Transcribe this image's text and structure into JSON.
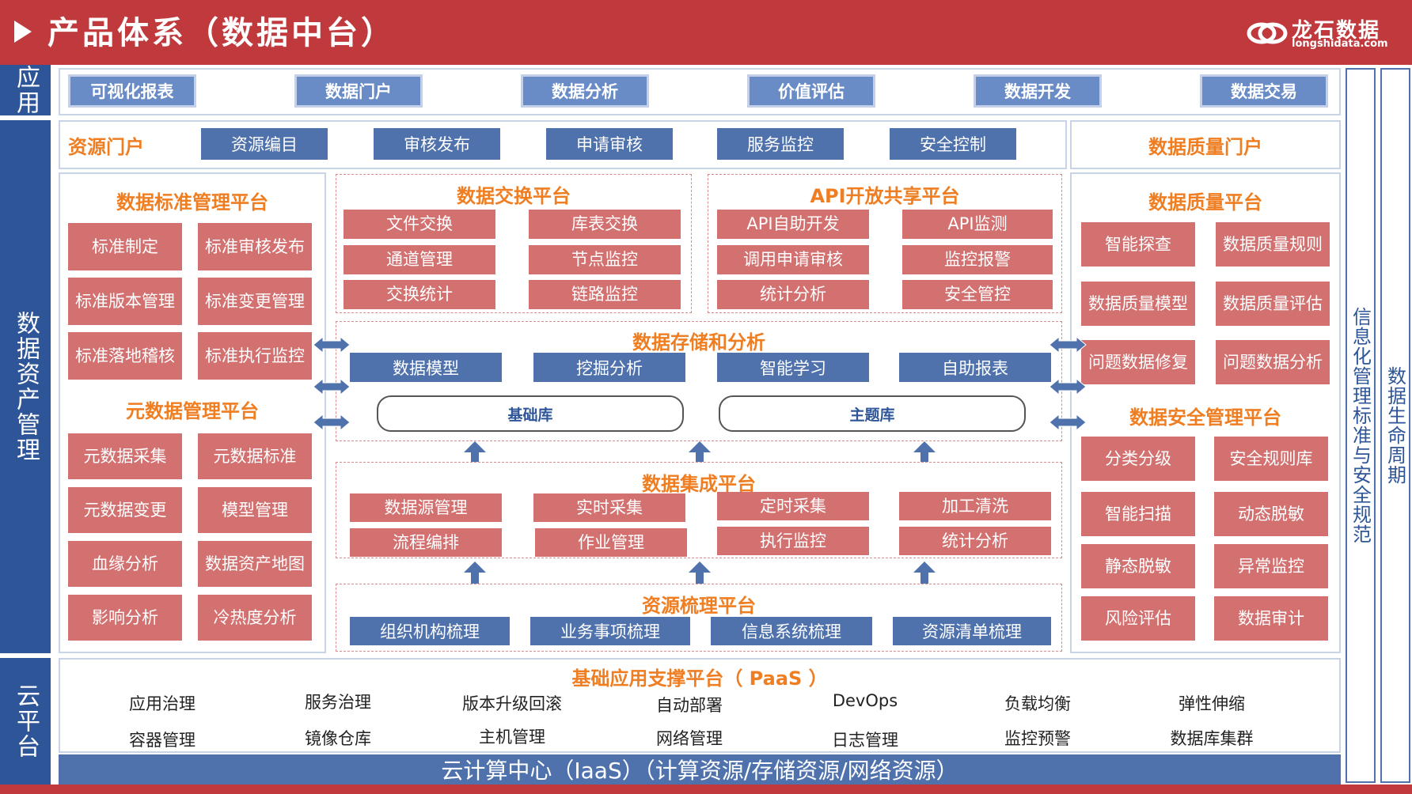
{
  "header": {
    "title": "产品体系（数据中台）",
    "logo_name": "龙石数据",
    "logo_url": "longshidata.com",
    "colors": {
      "red": "#c0393d",
      "blue": "#2e5597",
      "orange": "#ef7e22",
      "salmon": "#d37070"
    }
  },
  "side_labels": {
    "app": "应用",
    "asset": "数据资产管理",
    "cloud": "云平台",
    "right1": "信息化管理标准与安全规范",
    "right2": "数据生命周期"
  },
  "app_row": [
    "可视化报表",
    "数据门户",
    "数据分析",
    "价值评估",
    "数据开发",
    "数据交易"
  ],
  "resource_portal": {
    "title": "资源门户",
    "items": [
      "资源编目",
      "审核发布",
      "申请审核",
      "服务监控",
      "安全控制"
    ]
  },
  "quality_portal": {
    "title": "数据质量门户"
  },
  "std_platform": {
    "title": "数据标准管理平台",
    "items": [
      "标准制定",
      "标准审核发布",
      "标准版本管理",
      "标准变更管理",
      "标准落地稽核",
      "标准执行监控"
    ]
  },
  "meta_platform": {
    "title": "元数据管理平台",
    "items": [
      "元数据采集",
      "元数据标准",
      "元数据变更",
      "模型管理",
      "血缘分析",
      "数据资产地图",
      "影响分析",
      "冷热度分析"
    ]
  },
  "exchange_platform": {
    "title": "数据交换平台",
    "items": [
      "文件交换",
      "库表交换",
      "通道管理",
      "节点监控",
      "交换统计",
      "链路监控"
    ]
  },
  "api_platform": {
    "title": "API开放共享平台",
    "items": [
      "API自助开发",
      "API监测",
      "调用申请审核",
      "监控报警",
      "统计分析",
      "安全管控"
    ]
  },
  "storage": {
    "title": "数据存储和分析",
    "items": [
      "数据模型",
      "挖掘分析",
      "智能学习",
      "自助报表"
    ],
    "dbs": [
      "基础库",
      "主题库"
    ]
  },
  "integration": {
    "title": "数据集成平台",
    "items": [
      "数据源管理",
      "实时采集",
      "定时采集",
      "加工清洗",
      "流程编排",
      "作业管理",
      "执行监控",
      "统计分析"
    ]
  },
  "resource_sort": {
    "title": "资源梳理平台",
    "items": [
      "组织机构梳理",
      "业务事项梳理",
      "信息系统梳理",
      "资源清单梳理"
    ]
  },
  "quality_platform": {
    "title": "数据质量平台",
    "items": [
      "智能探查",
      "数据质量规则",
      "数据质量模型",
      "数据质量评估",
      "问题数据修复",
      "问题数据分析"
    ]
  },
  "security_platform": {
    "title": "数据安全管理平台",
    "items": [
      "分类分级",
      "安全规则库",
      "智能扫描",
      "动态脱敏",
      "静态脱敏",
      "异常监控",
      "风险评估",
      "数据审计"
    ]
  },
  "paas": {
    "title": "基础应用支撑平台（ PaaS ）",
    "row1": [
      "应用治理",
      "服务治理",
      "版本升级回滚",
      "自动部署",
      "DevOps",
      "负载均衡",
      "弹性伸缩"
    ],
    "row2": [
      "容器管理",
      "镜像仓库",
      "主机管理",
      "网络管理",
      "日志管理",
      "监控预警",
      "数据库集群"
    ]
  },
  "iaas": {
    "label": "云计算中心（IaaS）（计算资源/存储资源/网络资源）"
  }
}
